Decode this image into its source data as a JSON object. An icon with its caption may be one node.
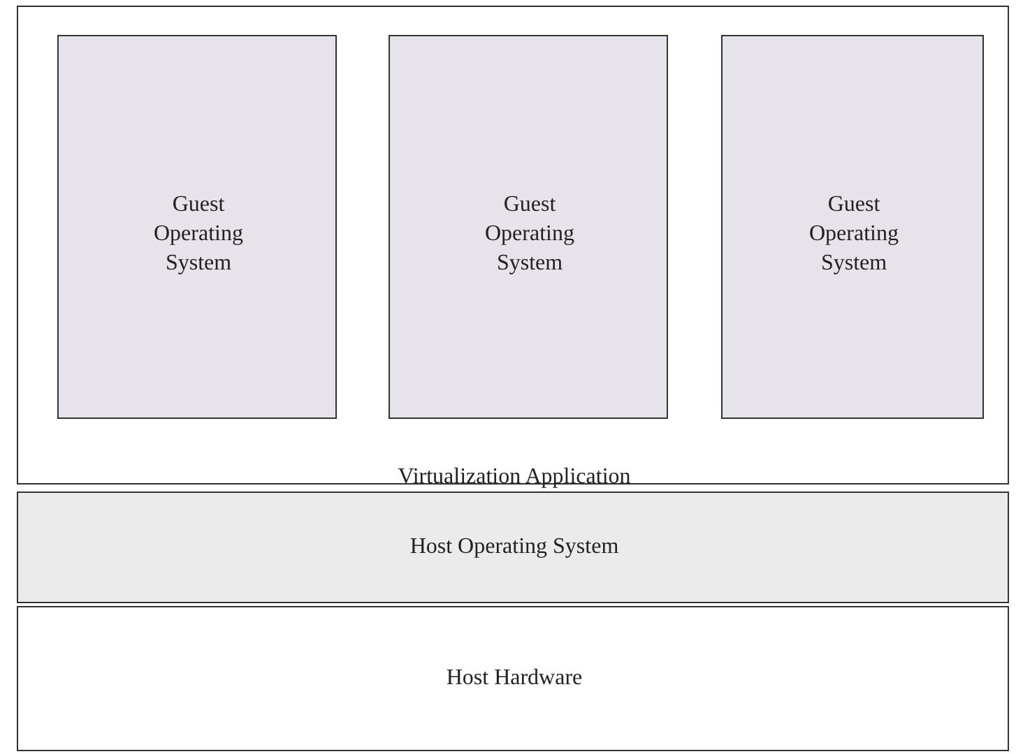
{
  "diagram": {
    "nodes": [
      {
        "text": [
          "Virtualization Application"
        ]
      },
      {
        "text": [
          "Guest Operating System"
        ],
        "in": 0
      },
      {
        "text": [
          "Guest Operating System"
        ],
        "in": 0
      },
      {
        "text": [
          "Guest Operating System"
        ],
        "in": 0
      },
      {
        "text": [
          "Host Operating System"
        ]
      },
      {
        "text": [
          "Host Hardware"
        ]
      }
    ],
    "edges": []
  }
}
